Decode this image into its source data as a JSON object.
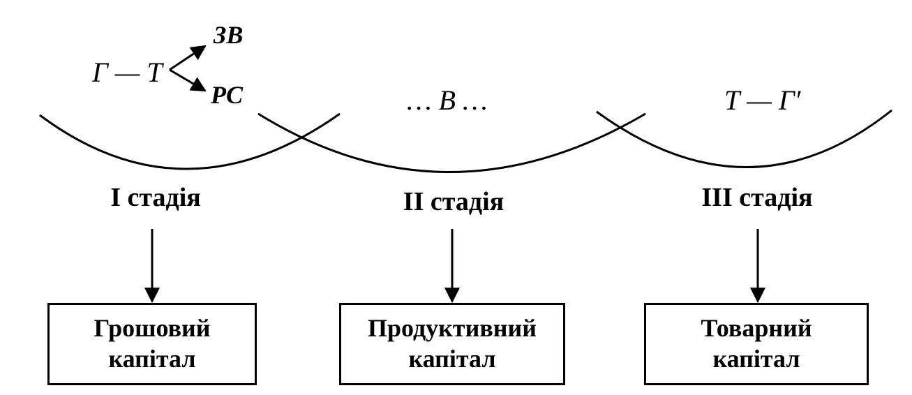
{
  "formulas": {
    "stage1_left": "Г — Т",
    "stage1_upper": "ЗВ",
    "stage1_lower": "РС",
    "stage2": "… В …",
    "stage3": "Т — Г′"
  },
  "stages": [
    {
      "label": "І стадія",
      "capital_line1": "Грошовий",
      "capital_line2": "капітал"
    },
    {
      "label": "ІІ стадія",
      "capital_line1": "Продуктивний",
      "capital_line2": "капітал"
    },
    {
      "label": "ІІІ стадія",
      "capital_line1": "Товарний",
      "capital_line2": "капітал"
    }
  ],
  "colors": {
    "stroke": "#000000",
    "background": "#ffffff"
  }
}
